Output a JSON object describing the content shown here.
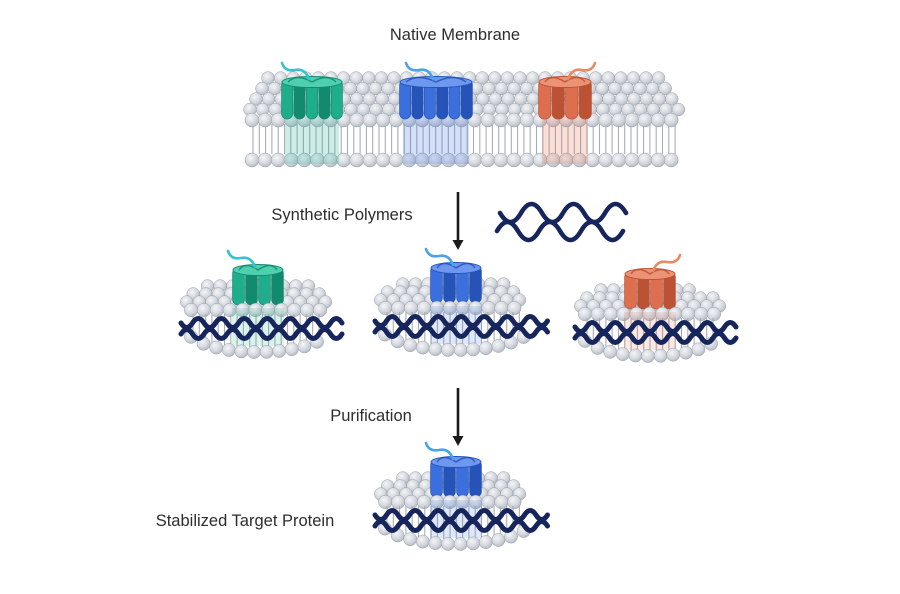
{
  "diagram": {
    "title": "Native Membrane",
    "steps": [
      {
        "label": "Synthetic Polymers"
      },
      {
        "label": "Purification"
      }
    ],
    "result_label": "Stabilized Target Protein"
  },
  "colors": {
    "background": "#ffffff",
    "text": "#2d2d2d",
    "arrow": "#1a1a1a",
    "polymer_navy": "#16265c",
    "lipid_head_light": "#f4f5f7",
    "lipid_head_mid": "#d4d8de",
    "lipid_head_dark": "#a9b0ba",
    "lipid_outline": "#99a0aa",
    "lipid_tail": "#a7adb6",
    "protein_green": {
      "main": "#1fae8c",
      "dark": "#128a6e",
      "light": "#4ecfae",
      "squiggle": "#35c3cf"
    },
    "protein_blue": {
      "main": "#3a6fdd",
      "dark": "#2553b8",
      "light": "#6e97ef",
      "squiggle": "#4aa3e8"
    },
    "protein_orange": {
      "main": "#dd6f4e",
      "dark": "#bb5234",
      "light": "#ec9275",
      "squiggle": "#e98a63"
    }
  }
}
